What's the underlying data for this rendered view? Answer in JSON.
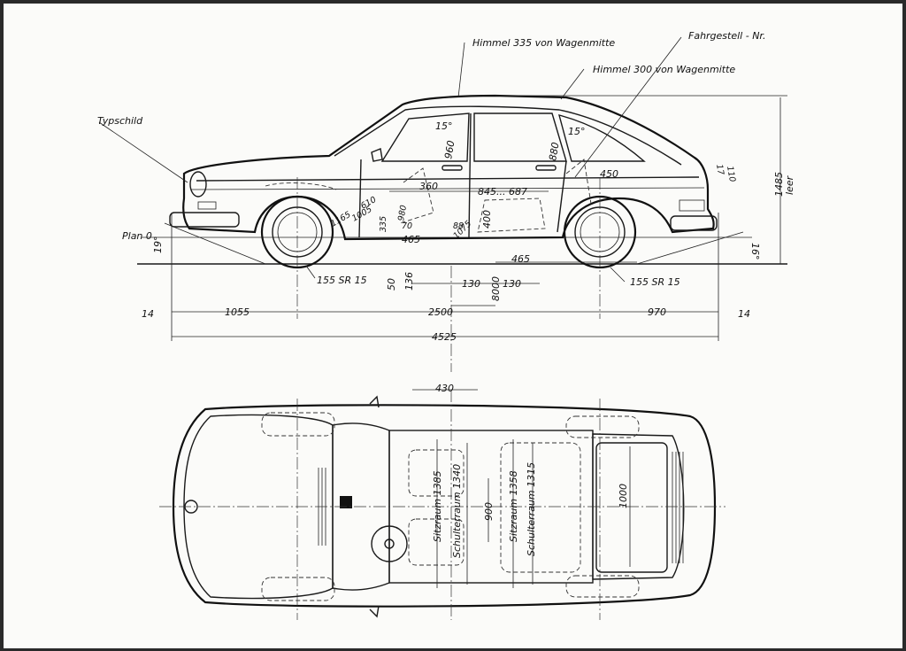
{
  "labels": {
    "typschild": "Typschild",
    "himmel_335": "Himmel 335 von Wagenmitte",
    "himmel_300": "Himmel 300 von Wagenmitte",
    "fahrgestell": "Fahrgestell - Nr.",
    "plan0": "Plan 0",
    "tyre_front": "155 SR 15",
    "tyre_rear": "155 SR 15",
    "height_leer": "1485 leer",
    "sitzraum_front": "Sitzraum 1385",
    "schulter_front": "Schulterraum 1340",
    "sitzraum_rear": "Sitzraum 1358",
    "schulter_rear": "Schulterraum 1315"
  },
  "side_dims": {
    "a15_front": "15°",
    "a15_rear": "15°",
    "d960": "960",
    "d880": "880",
    "d450": "450",
    "d110": "110",
    "d17": "17",
    "d1485": "1485",
    "leer": "leer",
    "d360": "360",
    "d845_687": "845... 687",
    "d610": "610",
    "d1165": "1165",
    "d1005": "1005",
    "d335": "335",
    "d980": "980",
    "d70": "70",
    "d88": "88",
    "d1075": "1075",
    "d400": "400",
    "d465a": "465",
    "d465b": "465",
    "a19": "19°",
    "a16": "16°",
    "d50": "50",
    "d136": "136",
    "d130a": "130",
    "d8000": "8000",
    "d130b": "130",
    "d14a": "14",
    "d1055": "1055",
    "d2500": "2500",
    "d970": "970",
    "d14b": "14",
    "d4525": "4525"
  },
  "top_dims": {
    "d430": "430",
    "d900": "900",
    "d1000": "1000"
  }
}
